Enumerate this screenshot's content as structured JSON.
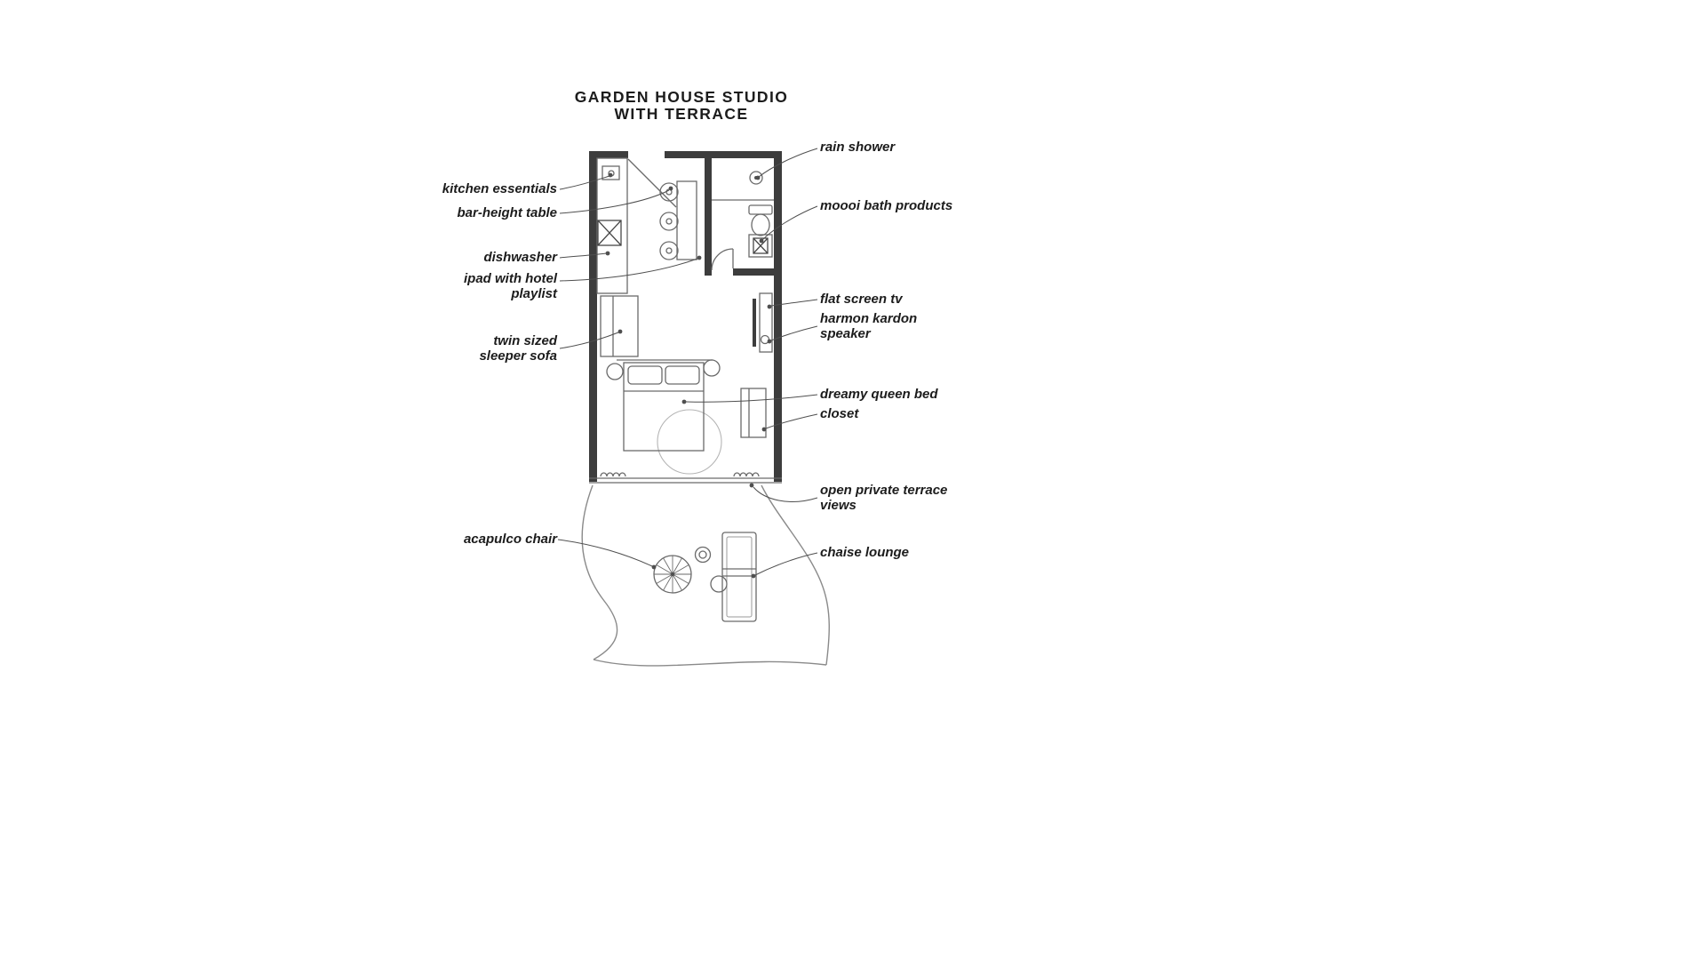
{
  "title": {
    "line1": "GARDEN HOUSE STUDIO",
    "line2": "WITH TERRACE"
  },
  "labels": {
    "left": [
      {
        "id": "kitchen-essentials",
        "lines": [
          "kitchen essentials"
        ]
      },
      {
        "id": "bar-height-table",
        "lines": [
          "bar-height table"
        ]
      },
      {
        "id": "dishwasher",
        "lines": [
          "dishwasher"
        ]
      },
      {
        "id": "ipad-with-hotel-playlist",
        "lines": [
          "ipad with hotel",
          "playlist"
        ]
      },
      {
        "id": "twin-sized-sleeper-sofa",
        "lines": [
          "twin sized",
          "sleeper sofa"
        ]
      },
      {
        "id": "acapulco-chair",
        "lines": [
          "acapulco chair"
        ]
      }
    ],
    "right": [
      {
        "id": "rain-shower",
        "lines": [
          "rain shower"
        ]
      },
      {
        "id": "moooi-bath-products",
        "lines": [
          "moooi bath products"
        ]
      },
      {
        "id": "flat-screen-tv",
        "lines": [
          "flat screen tv"
        ]
      },
      {
        "id": "harmon-kardon-speaker",
        "lines": [
          "harmon kardon",
          "speaker"
        ]
      },
      {
        "id": "dreamy-queen-bed",
        "lines": [
          "dreamy queen bed"
        ]
      },
      {
        "id": "closet",
        "lines": [
          "closet"
        ]
      },
      {
        "id": "open-private-terrace-views",
        "lines": [
          "open private terrace",
          "views"
        ]
      },
      {
        "id": "chaise-lounge",
        "lines": [
          "chaise lounge"
        ]
      }
    ]
  },
  "colors": {
    "background": "#ffffff",
    "wall": "#3d3d3d",
    "line": "#6a6a6a",
    "leader": "#4f4f4f",
    "text": "#1c1c1c"
  }
}
